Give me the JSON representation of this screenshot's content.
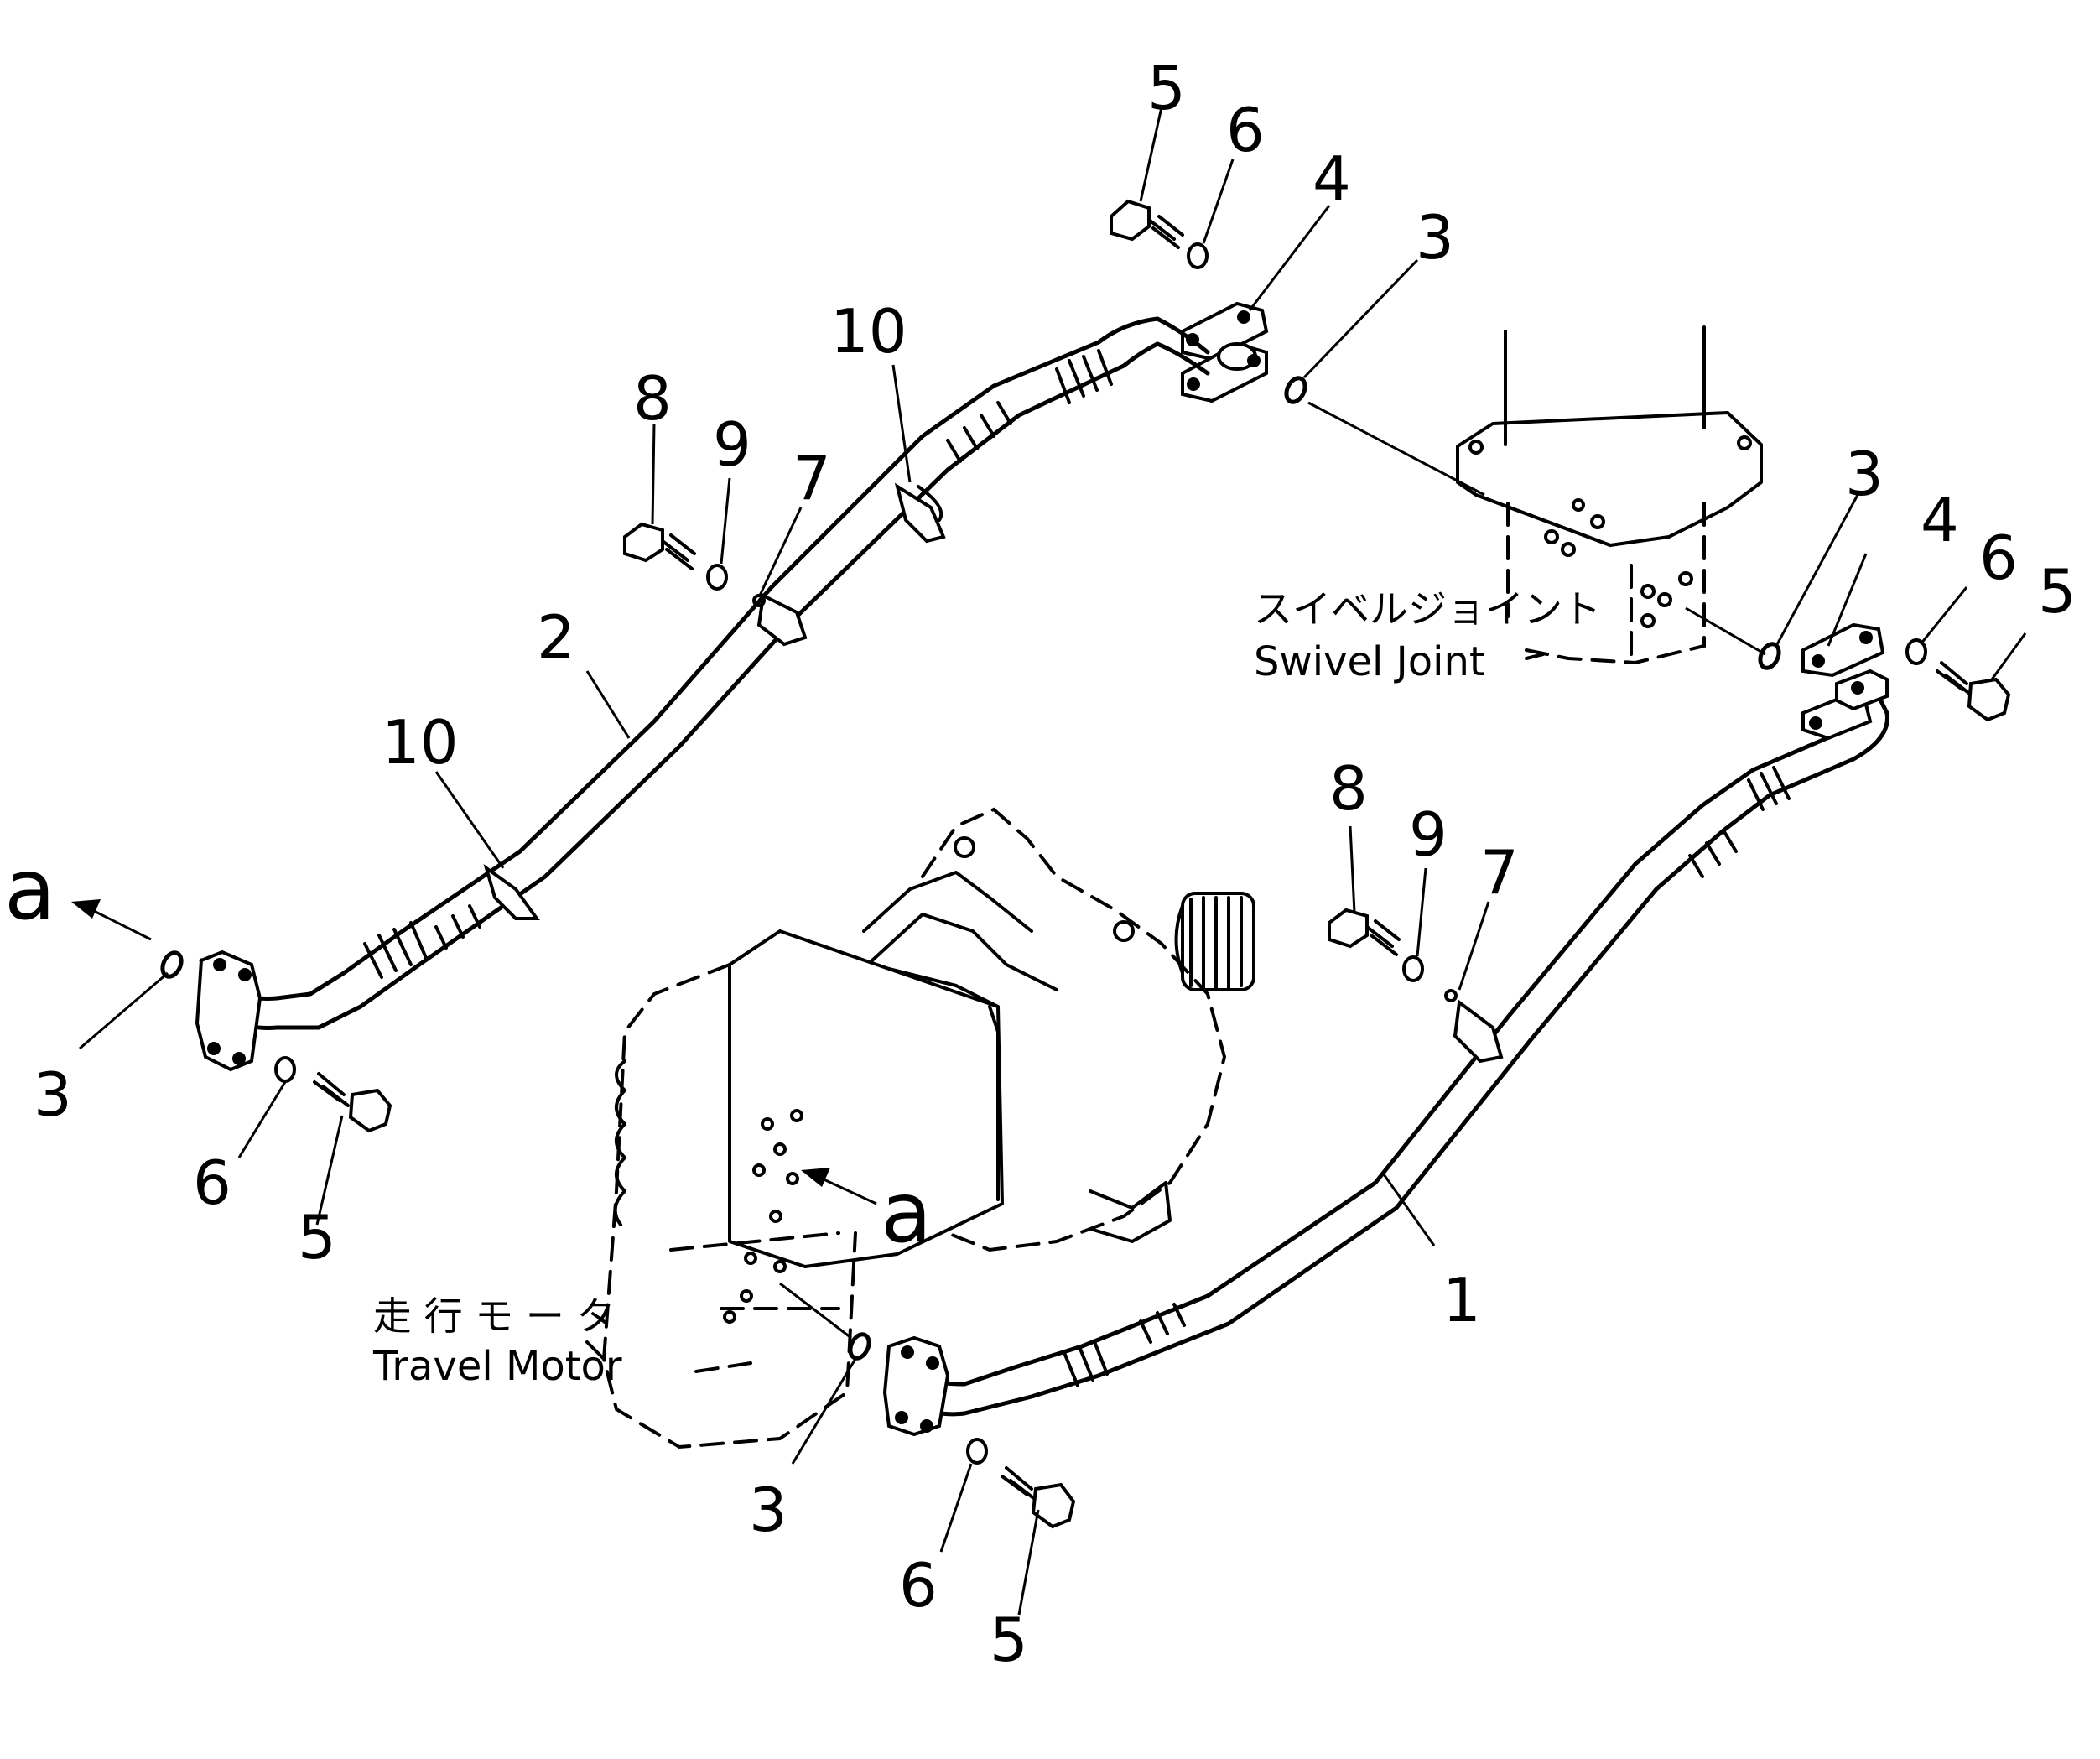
{
  "labels": {
    "swivel_joint_jp": "スイベルジョイント",
    "swivel_joint_en": "Swivel Joint",
    "travel_motor_jp": "走 行 モ ー タ",
    "travel_motor_en": "Travel Motor"
  },
  "view_markers": {
    "left": "a",
    "motor": "a"
  },
  "callouts": {
    "top_bolt": "5",
    "top_washer": "6",
    "top_flange": "4",
    "top_oring": "3",
    "upper_hose_clamp_a": "10",
    "upper_bolt": "8",
    "upper_washer": "9",
    "upper_clamp": "7",
    "upper_hose": "2",
    "upper_hose_clamp_b": "10",
    "left_oring": "3",
    "left_washer": "6",
    "left_bolt": "5",
    "right_oring": "3",
    "right_flange": "4",
    "right_washer": "6",
    "right_bolt": "5",
    "lower_bolt": "8",
    "lower_washer": "9",
    "lower_clamp": "7",
    "lower_hose": "1",
    "motor_oring": "3",
    "bottom_washer": "6",
    "bottom_bolt": "5"
  }
}
